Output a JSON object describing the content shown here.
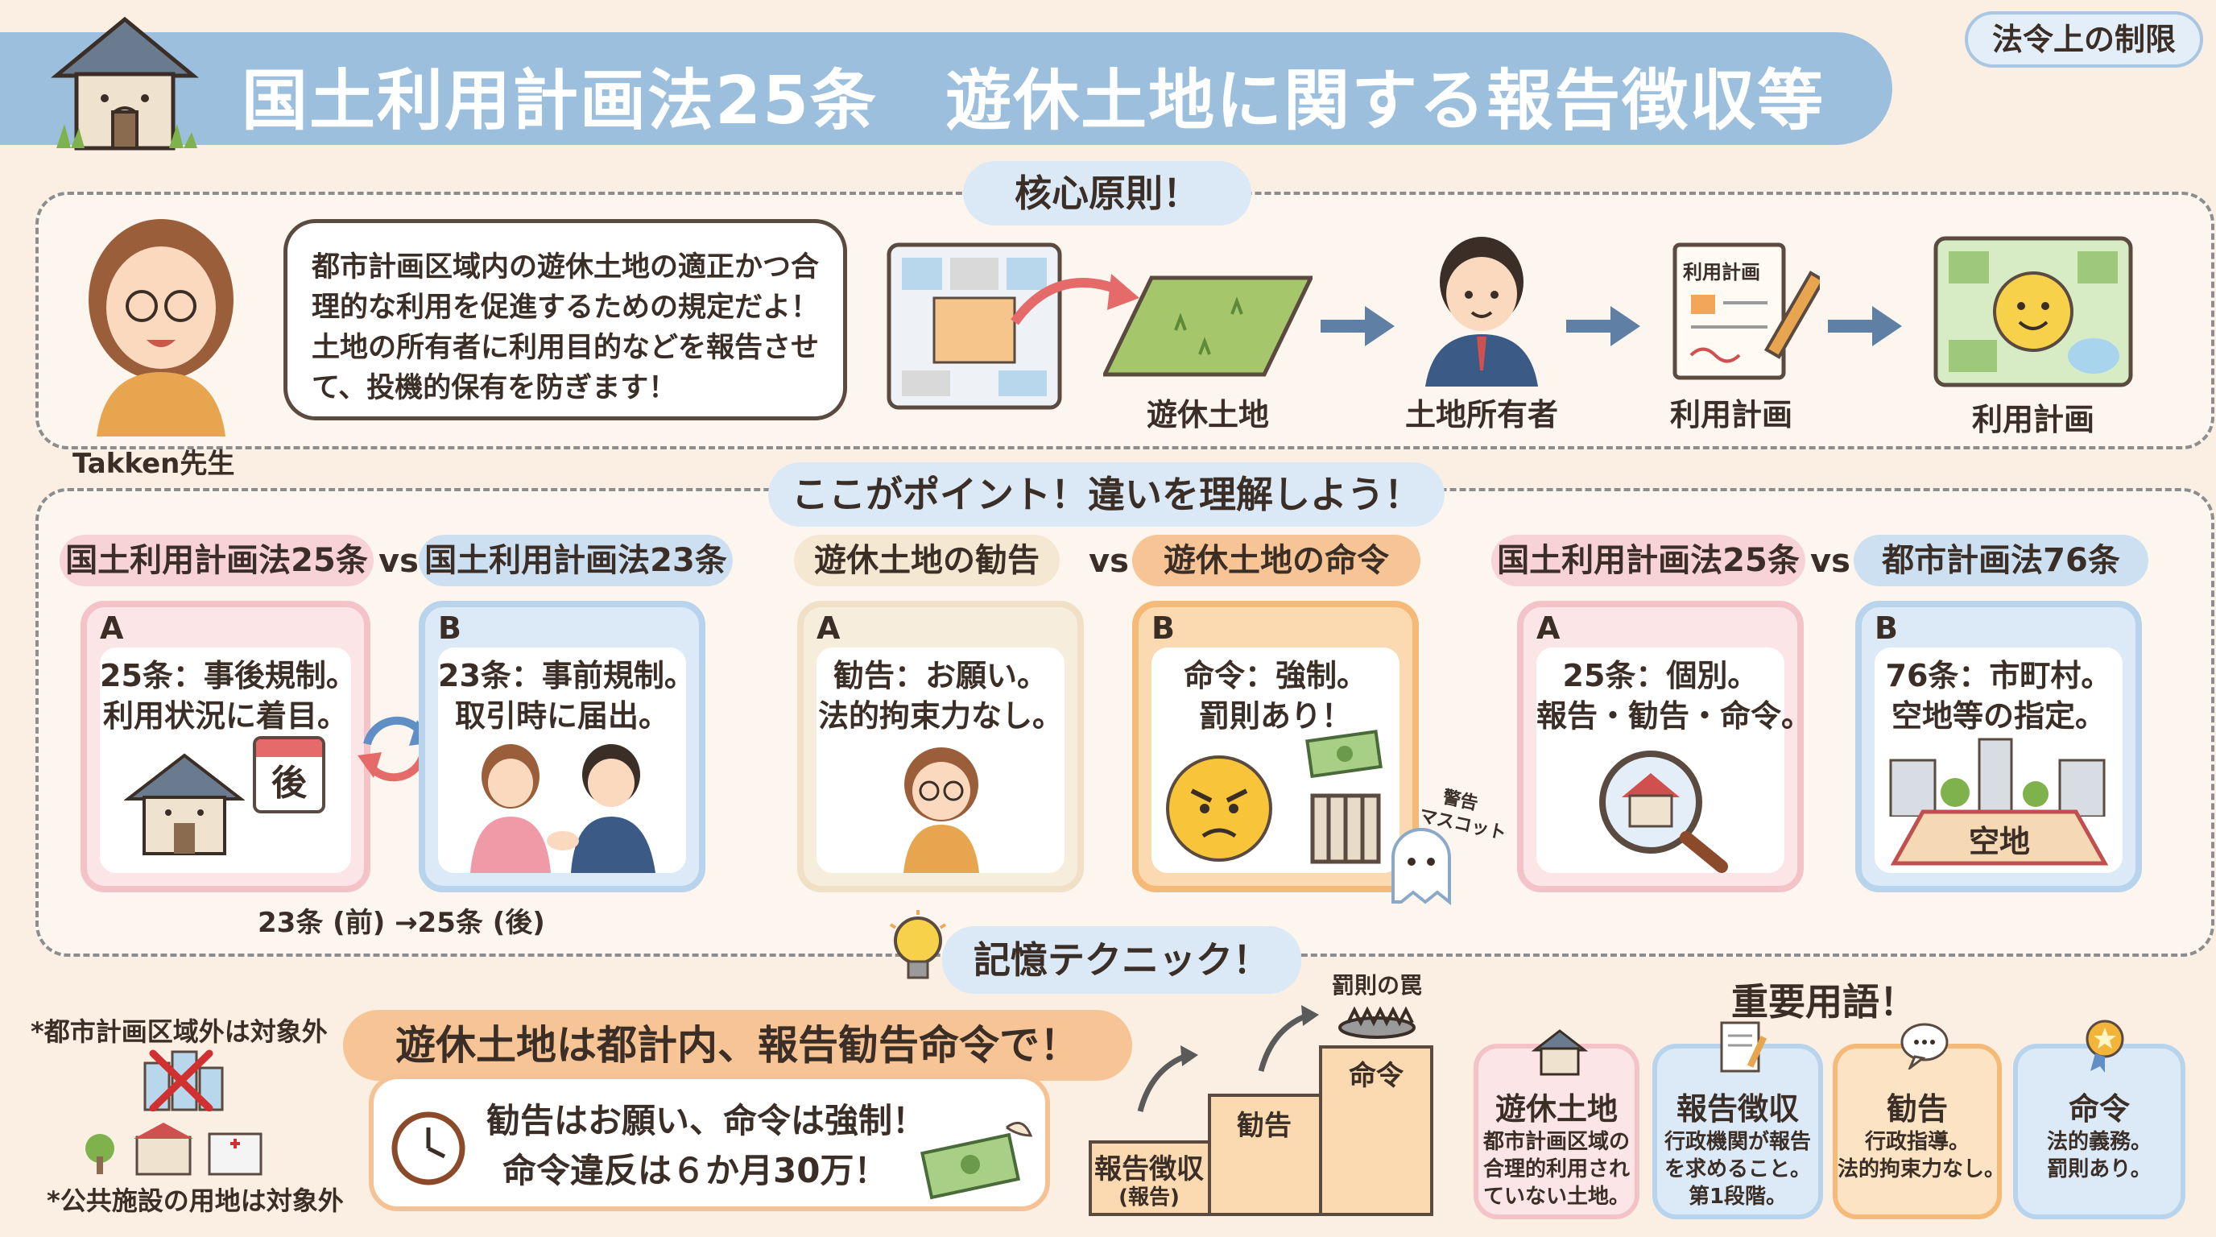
{
  "header": {
    "title": "国土利用計画法25条　遊休土地に関する報告徴収等",
    "tag": "法令上の制限"
  },
  "core": {
    "heading": "核心原則！",
    "bubble_lines": [
      "都市計画区域内の遊休土地の適正かつ合",
      "理的な利用を促進するための規定だよ！",
      "土地の所有者に利用目的などを報告させ",
      "て、投機的保有を防ぎます！"
    ],
    "teacher_name": "Takken先生",
    "flow": [
      "遊休土地",
      "土地所有者",
      "利用計画",
      "利用計画"
    ],
    "doc_label": "利用計画"
  },
  "points": {
    "heading": "ここがポイント！違いを理解しよう！",
    "vs": "vs",
    "groups": [
      {
        "left_tag": "国土利用計画法25条",
        "right_tag": "国土利用計画法23条",
        "a": {
          "letter": "A",
          "lines": [
            "25条：事後規制。",
            "利用状況に着目。"
          ],
          "calendar": "後"
        },
        "b": {
          "letter": "B",
          "lines": [
            "23条：事前規制。",
            "取引時に届出。"
          ]
        },
        "caption": "23条 (前) →25条 (後)"
      },
      {
        "left_tag": "遊休土地の勧告",
        "right_tag": "遊休土地の命令",
        "a": {
          "letter": "A",
          "lines": [
            "勧告：お願い。",
            "法的拘束力なし。"
          ]
        },
        "b": {
          "letter": "B",
          "lines": [
            "命令：強制。",
            "罰則あり！"
          ]
        },
        "mascot": [
          "警告",
          "マスコット"
        ]
      },
      {
        "left_tag": "国土利用計画法25条",
        "right_tag": "都市計画法76条",
        "a": {
          "letter": "A",
          "lines": [
            "25条：個別。",
            "報告・勧告・命令。"
          ]
        },
        "b": {
          "letter": "B",
          "lines": [
            "76条：市町村。",
            "空地等の指定。"
          ],
          "land": "空地"
        }
      }
    ]
  },
  "memory": {
    "heading": "記憶テクニック！",
    "slogan": "遊休土地は都計内、報告勧告命令で！",
    "lines": [
      "勧告はお願い、命令は強制！",
      "命令違反は６か月30万！"
    ],
    "stairs": {
      "step1": "報告徴収",
      "step1_sub": "(報告)",
      "step2": "勧告",
      "step3": "命令",
      "trap": "罰則の罠"
    }
  },
  "notes": {
    "note1": "*都市計画区域外は対象外",
    "note2": "*公共施設の用地は対象外"
  },
  "terms": {
    "heading": "重要用語！",
    "items": [
      {
        "title": "遊休土地",
        "desc": [
          "都市計画区域の",
          "合理的利用され",
          "ていない土地。"
        ]
      },
      {
        "title": "報告徴収",
        "desc": [
          "行政機関が報告",
          "を求めること。",
          "第1段階。"
        ]
      },
      {
        "title": "勧告",
        "desc": [
          "行政指導。",
          "法的拘束力なし。"
        ]
      },
      {
        "title": "命令",
        "desc": [
          "法的義務。",
          "罰則あり。"
        ]
      }
    ]
  },
  "colors": {
    "banner": "#9dbfde",
    "pink": "#f4c3c8",
    "blue": "#b8d3ec",
    "beige": "#efe0c6",
    "orange": "#f5b978"
  }
}
